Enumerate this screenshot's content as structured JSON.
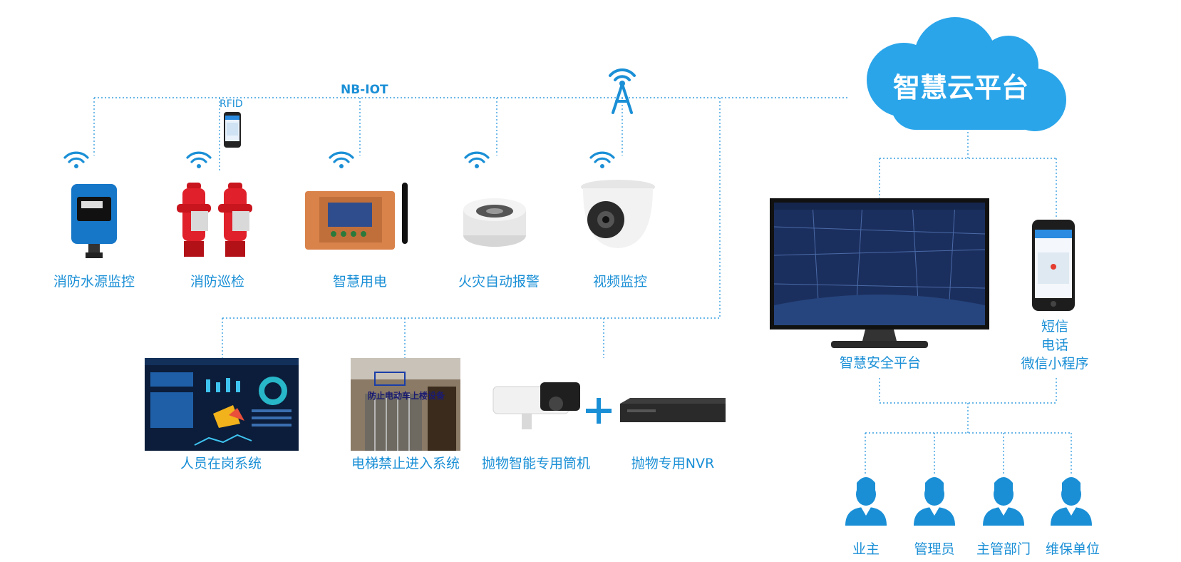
{
  "cloud": {
    "title": "智慧云平台",
    "color": "#2aa5ea"
  },
  "network": {
    "label": "NB-IOT",
    "rfid_label": "RFID"
  },
  "accent": "#1a8fd6",
  "top_devices": [
    {
      "label": "消防水源监控"
    },
    {
      "label": "消防巡检"
    },
    {
      "label": "智慧用电"
    },
    {
      "label": "火灾自动报警"
    },
    {
      "label": "视频监控"
    }
  ],
  "bottom_systems": [
    {
      "label": "人员在岗系统"
    },
    {
      "label": "电梯禁止进入系统"
    },
    {
      "label": "抛物智能专用筒机"
    },
    {
      "label": "抛物专用NVR"
    }
  ],
  "elevator_sign": "防止电动车上楼设备",
  "platform": {
    "label": "智慧安全平台"
  },
  "mobile": {
    "line1": "短信",
    "line2": "电话",
    "line3": "微信小程序"
  },
  "roles": [
    {
      "label": "业主"
    },
    {
      "label": "管理员"
    },
    {
      "label": "主管部门"
    },
    {
      "label": "维保单位"
    }
  ]
}
